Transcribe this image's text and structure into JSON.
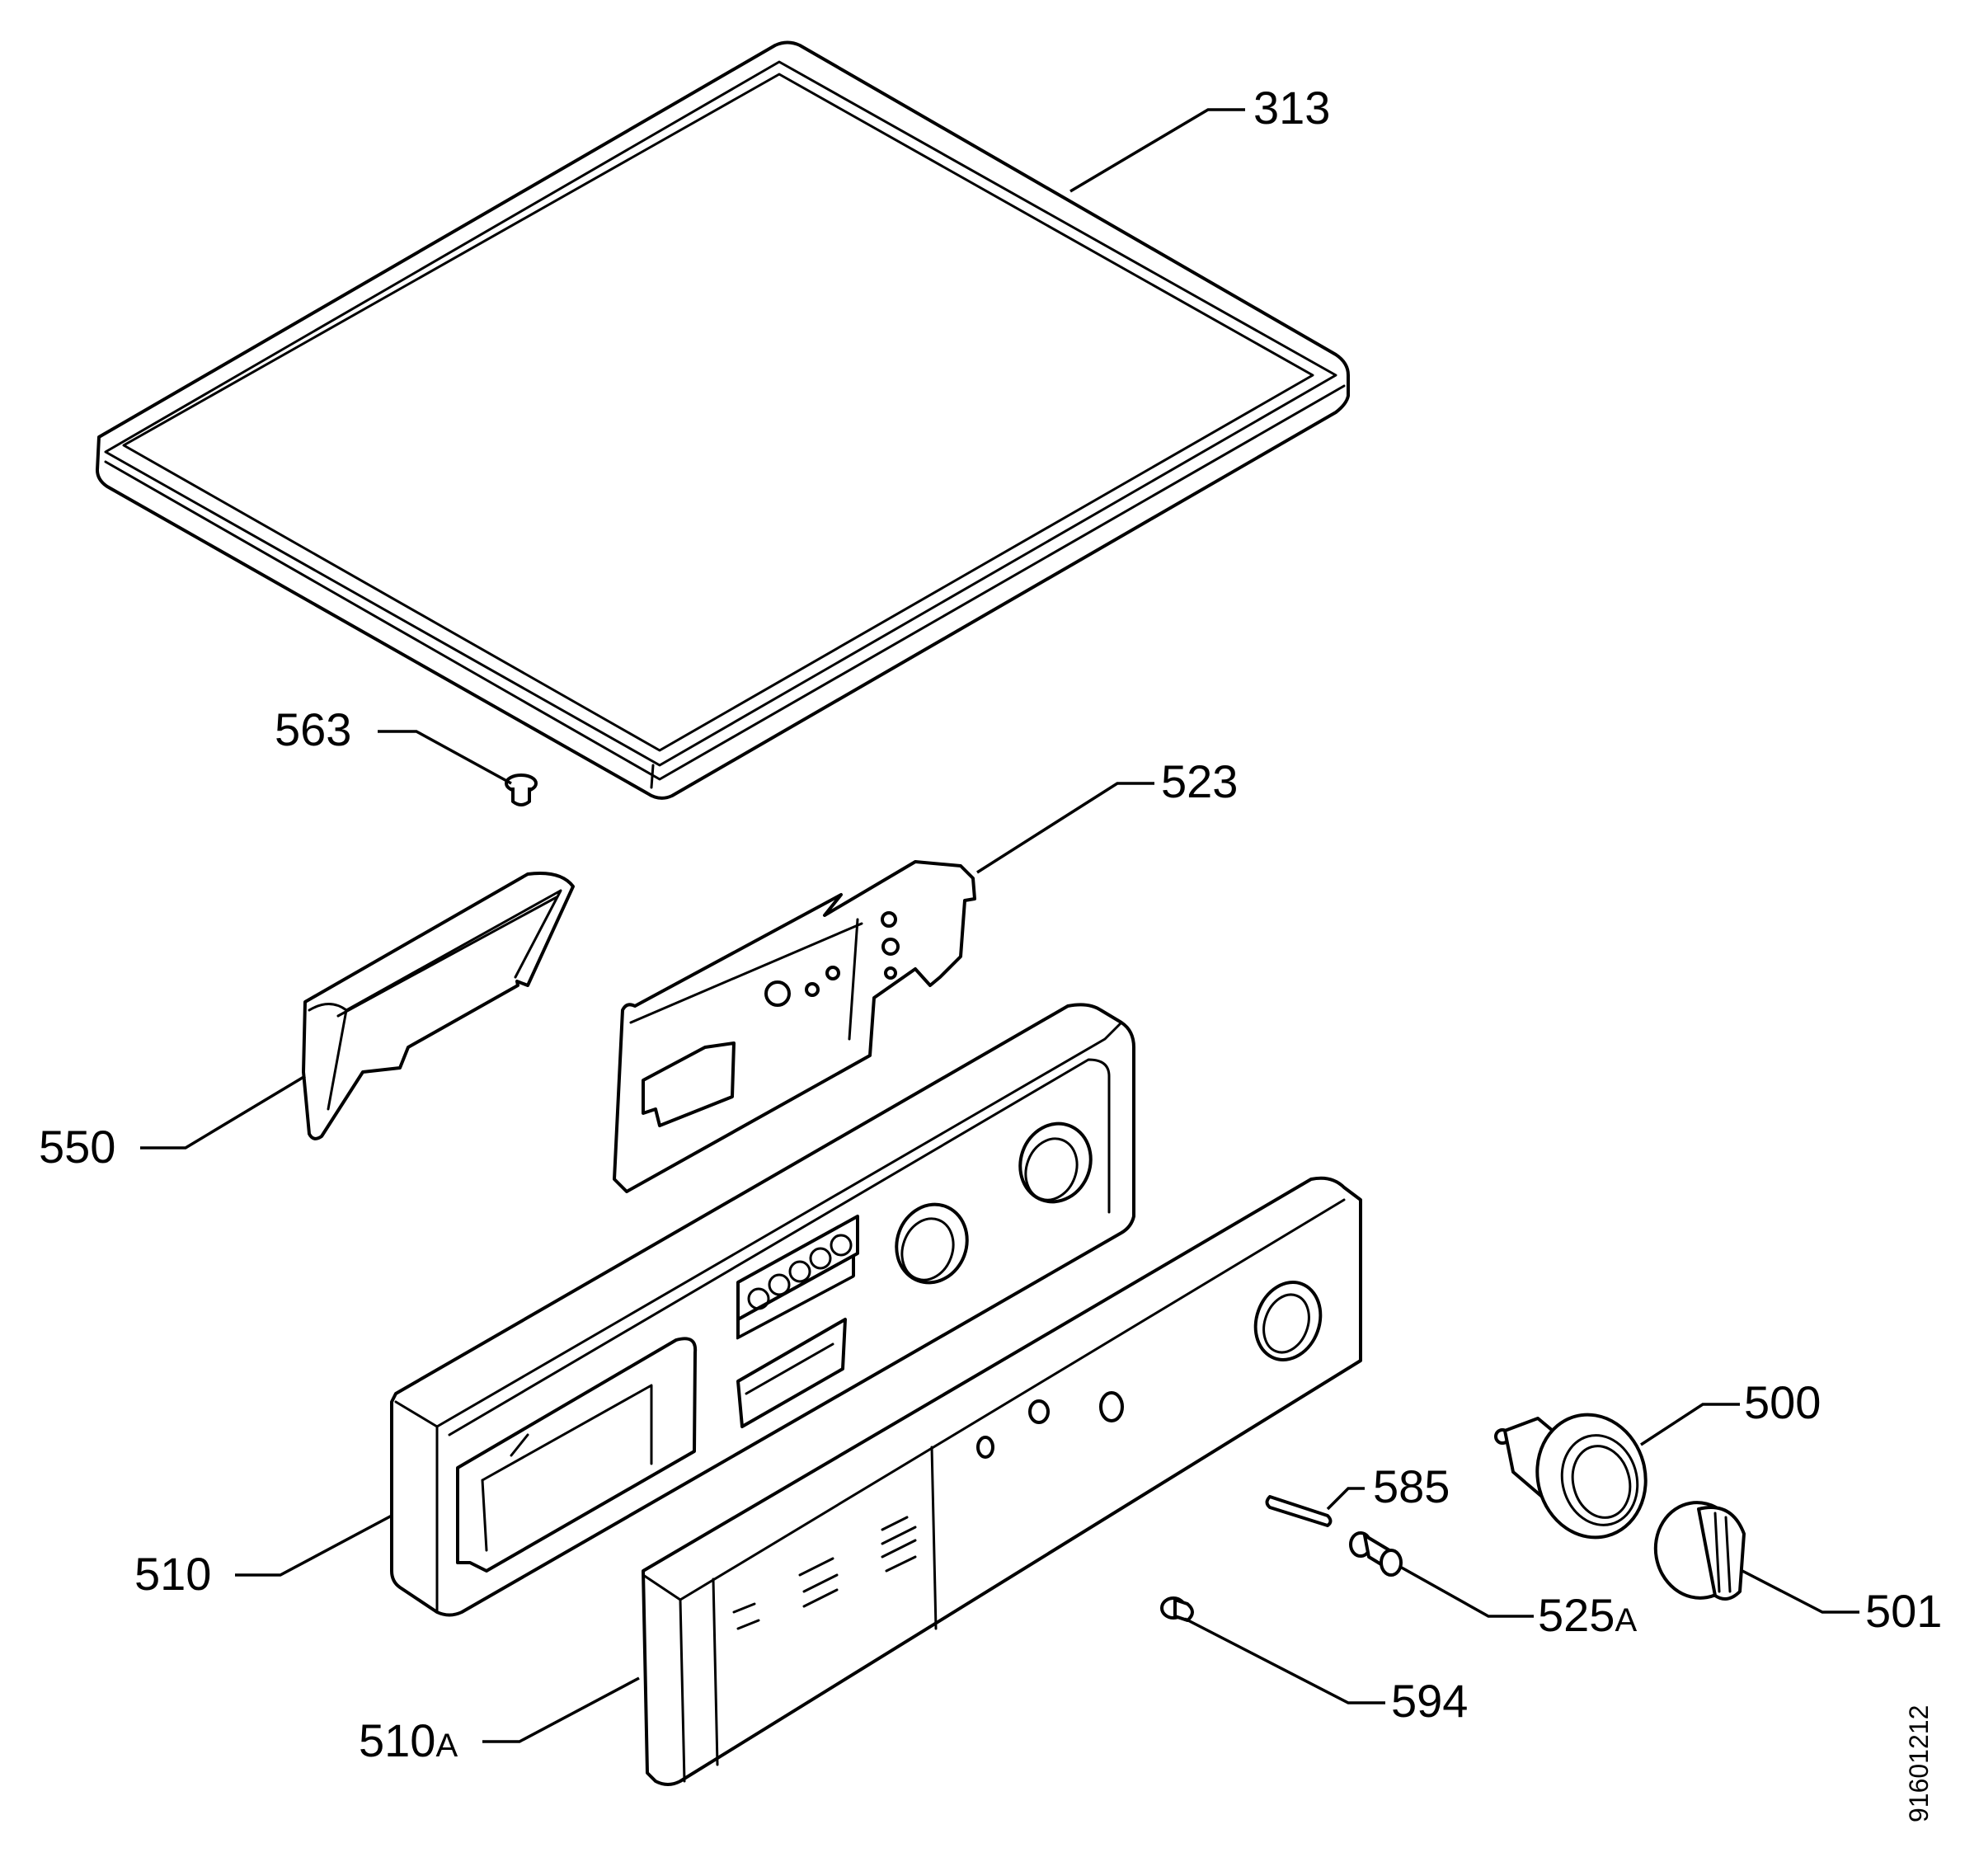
{
  "diagram": {
    "part_labels": {
      "p313": "313",
      "p563": "563",
      "p523": "523",
      "p550": "550",
      "p510": "510",
      "p510a_num": "510",
      "p510a_suffix": "A",
      "p500": "500",
      "p585": "585",
      "p525a_num": "525",
      "p525a_suffix": "A",
      "p501": "501",
      "p594": "594"
    },
    "drawing_code": "91601212"
  }
}
